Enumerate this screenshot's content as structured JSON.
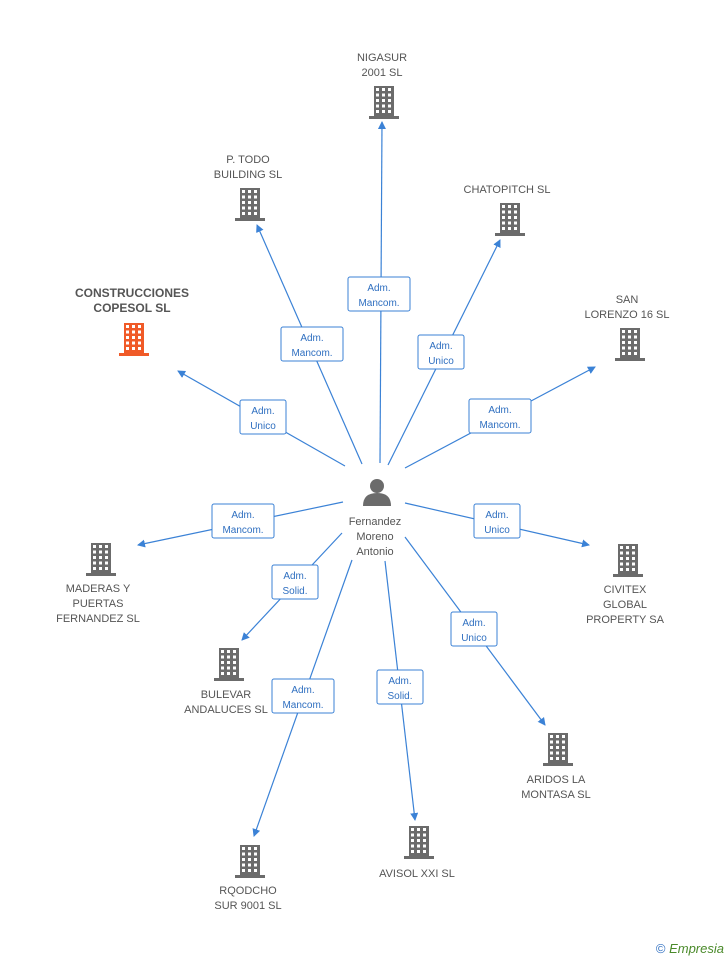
{
  "center_person": {
    "name_lines": [
      "Fernandez",
      "Moreno",
      "Antonio"
    ],
    "icon": "person-icon"
  },
  "companies": [
    {
      "id": "nigasur",
      "lines": [
        "NIGASUR",
        "2001 SL"
      ],
      "role_lines": [
        "Adm.",
        "Mancom."
      ],
      "highlight": false
    },
    {
      "id": "ptodo",
      "lines": [
        "P. TODO",
        "BUILDING SL"
      ],
      "role_lines": [
        "Adm.",
        "Mancom."
      ],
      "highlight": false
    },
    {
      "id": "chatopitch",
      "lines": [
        "CHATOPITCH SL"
      ],
      "role_lines": [
        "Adm.",
        "Unico"
      ],
      "highlight": false
    },
    {
      "id": "copesol",
      "lines": [
        "CONSTRUCCIONES",
        "COPESOL SL"
      ],
      "role_lines": [
        "Adm.",
        "Unico"
      ],
      "highlight": true
    },
    {
      "id": "sanlorenzo",
      "lines": [
        "SAN",
        "LORENZO 16 SL"
      ],
      "role_lines": [
        "Adm.",
        "Mancom."
      ],
      "highlight": false
    },
    {
      "id": "maderas",
      "lines": [
        "MADERAS Y",
        "PUERTAS",
        "FERNANDEZ SL"
      ],
      "role_lines": [
        "Adm.",
        "Mancom."
      ],
      "highlight": false
    },
    {
      "id": "civitex",
      "lines": [
        "CIVITEX",
        "GLOBAL",
        "PROPERTY SA"
      ],
      "role_lines": [
        "Adm.",
        "Unico"
      ],
      "highlight": false
    },
    {
      "id": "bulevar",
      "lines": [
        "BULEVAR",
        "ANDALUCES SL"
      ],
      "role_lines": [
        "Adm.",
        "Solid."
      ],
      "highlight": false
    },
    {
      "id": "aridos",
      "lines": [
        "ARIDOS LA",
        "MONTASA SL"
      ],
      "role_lines": [
        "Adm.",
        "Unico"
      ],
      "highlight": false
    },
    {
      "id": "rqodcho",
      "lines": [
        "RQODCHO",
        "SUR 9001 SL"
      ],
      "role_lines": [
        "Adm.",
        "Mancom."
      ],
      "highlight": false
    },
    {
      "id": "avisol",
      "lines": [
        "AVISOL XXI SL"
      ],
      "role_lines": [
        "Adm.",
        "Solid."
      ],
      "highlight": false
    }
  ],
  "colors": {
    "edge": "#3b82d6",
    "building": "#6b6b6b",
    "building_highlight": "#f05a28",
    "person": "#6b6b6b"
  },
  "footer": {
    "copyright_symbol": "©",
    "brand": "Empresia"
  }
}
